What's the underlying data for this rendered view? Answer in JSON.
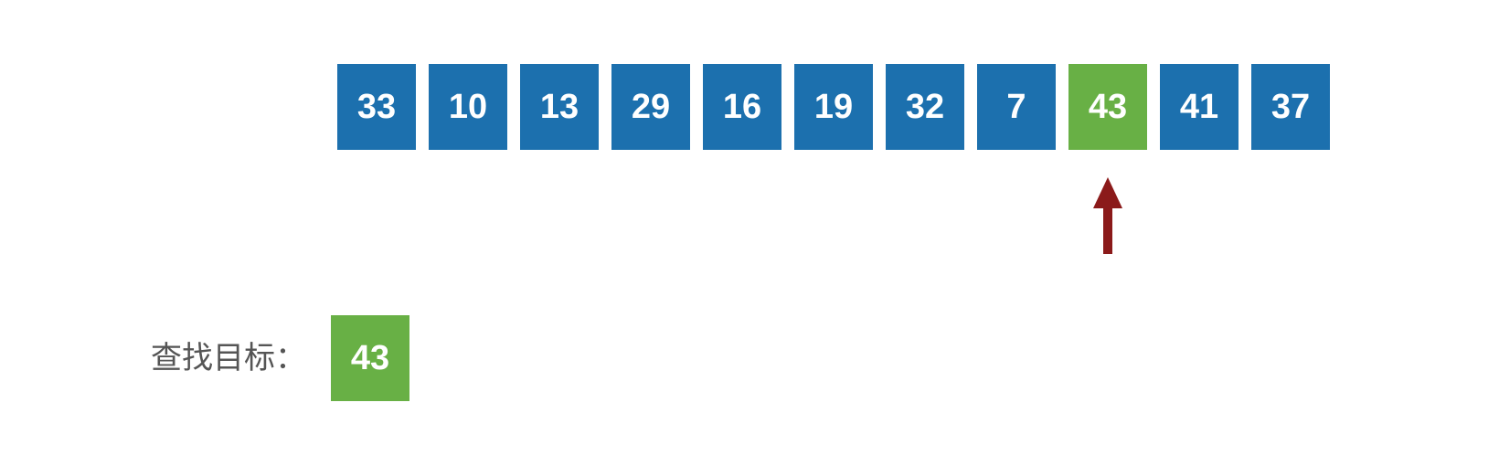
{
  "array": {
    "values": [
      "33",
      "10",
      "13",
      "29",
      "16",
      "19",
      "32",
      "7",
      "43",
      "41",
      "37"
    ],
    "highlight_index": 8
  },
  "target": {
    "label": "查找目标：",
    "value": "43"
  },
  "colors": {
    "cell": "#1c70ae",
    "found": "#68b045",
    "pointer": "#8b1a1a",
    "label": "#555555"
  }
}
